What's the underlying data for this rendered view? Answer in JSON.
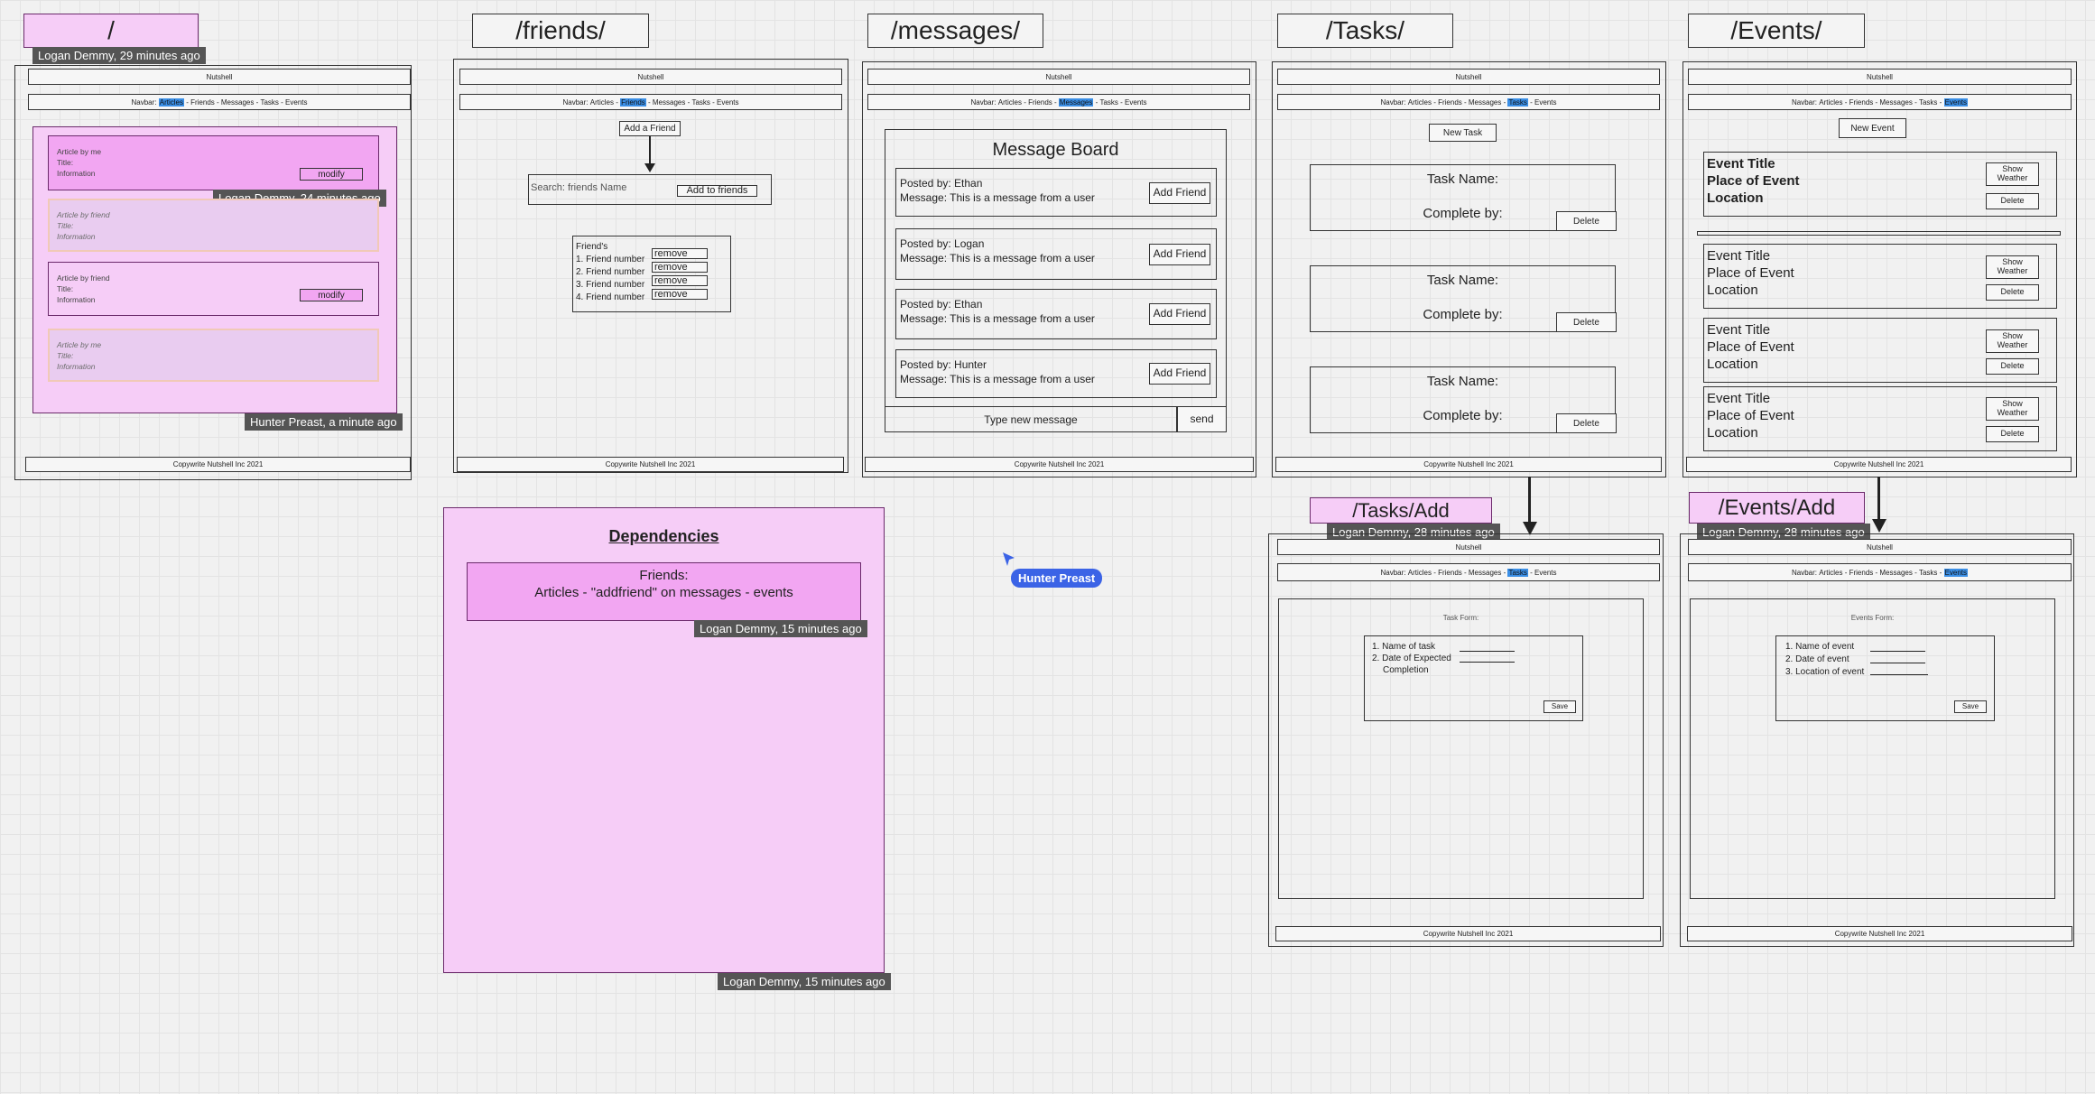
{
  "common": {
    "header": "Nutshell",
    "footer": "Copywrite Nutshell Inc 2021",
    "nav_prefix": "Navbar:",
    "nav_items": [
      "Articles",
      "Friends",
      "Messages",
      "Tasks",
      "Events"
    ]
  },
  "home": {
    "title": "/",
    "articles": [
      {
        "by": "Article by me",
        "title": "Title:",
        "info": "Information",
        "action": "modify"
      },
      {
        "by": "Article by friend",
        "title": "Title:",
        "info": "Information"
      },
      {
        "by": "Article by friend",
        "title": "Title:",
        "info": "Information",
        "action": "modify"
      },
      {
        "by": "Article by me",
        "title": "Title:",
        "info": "Information"
      }
    ]
  },
  "friends": {
    "title": "/friends/",
    "add_button": "Add a Friend",
    "search_placeholder": "Search: friends Name",
    "add_to_friends": "Add to friends",
    "list_title": "Friend's",
    "list": [
      "1. Friend number",
      "2. Friend number",
      "3. Friend number",
      "4. Friend number"
    ],
    "remove": "remove"
  },
  "messages": {
    "title": "/messages/",
    "board_title": "Message Board",
    "posts": [
      {
        "poster": "Posted by: Ethan",
        "message": "Message: This is a message from a user"
      },
      {
        "poster": "Posted by: Logan",
        "message": "Message: This is a message from a user"
      },
      {
        "poster": "Posted by: Ethan",
        "message": "Message: This is a message from a user"
      },
      {
        "poster": "Posted by: Hunter",
        "message": "Message: This is a message from a user"
      }
    ],
    "add_friend": "Add Friend",
    "input_placeholder": "Type new message",
    "send": "send"
  },
  "tasks": {
    "title": "/Tasks/",
    "new_button": "New Task",
    "task_name": "Task Name:",
    "complete_by": "Complete by:",
    "delete": "Delete"
  },
  "events": {
    "title": "/Events/",
    "new_button": "New Event",
    "cards": [
      {
        "title": "Event Title",
        "place": "Place of Event",
        "location": "Location",
        "bold": true
      },
      {
        "title": "Event Title",
        "place": "Place of Event",
        "location": "Location"
      },
      {
        "title": "Event Title",
        "place": "Place of Event",
        "location": "Location"
      },
      {
        "title": "Event Title",
        "place": "Place of Event",
        "location": "Location"
      }
    ],
    "show_weather": "Show Weather",
    "delete": "Delete"
  },
  "tasks_add": {
    "title": "/Tasks/Add",
    "form_title": "Task Form:",
    "field1": "1. Name of task",
    "field2": "2. Date of Expected",
    "field2b": "Completion",
    "save": "Save"
  },
  "events_add": {
    "title": "/Events/Add",
    "form_title": "Events Form:",
    "field1": "1. Name of event",
    "field2": "2. Date of event",
    "field3": "3. Location of event",
    "save": "Save"
  },
  "dependencies": {
    "title": "Dependencies",
    "line1": "Friends:",
    "line2": "Articles - \"addfriend\" on messages - events"
  },
  "comments": {
    "c1": "Logan Demmy, 29 minutes ago",
    "c2": "Logan Demmy, 24 minutes ago",
    "c3": "Hunter Preast, a minute ago",
    "c4": "Logan Demmy, 15 minutes ago",
    "c5": "Logan Demmy, 15 minutes ago",
    "c6": "Logan Demmy, 28 minutes ago",
    "c7": "Logan Demmy, 28 minutes ago"
  },
  "cursor": {
    "user": "Hunter Preast",
    "color": "#3b63e6"
  },
  "colors": {
    "note_pink": "#f6cdf7",
    "note_dark_pink": "#f2a6f2",
    "highlight": "#3b8fe6",
    "tag": "#555555"
  }
}
